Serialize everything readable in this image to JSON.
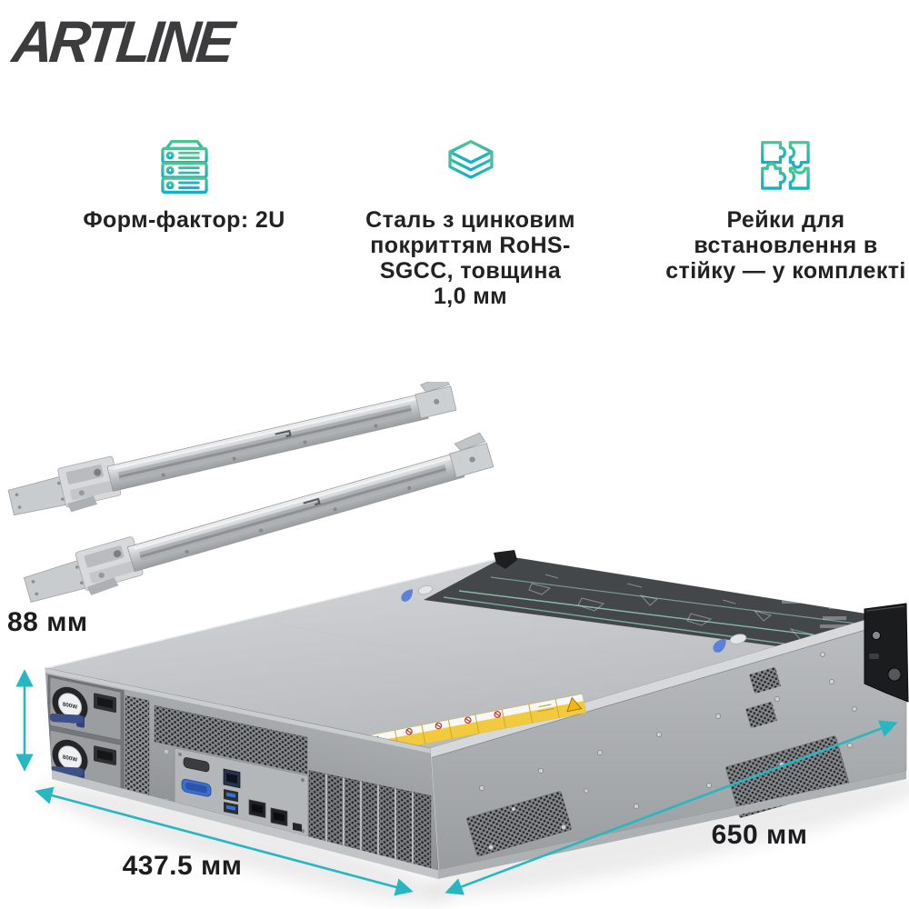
{
  "brand": {
    "logo": "ARTLINE",
    "logo_color": "#3c3c3e"
  },
  "accent": {
    "teal_arrow": "#27b7c2",
    "icon_gradient_start": "#4ec48e",
    "icon_gradient_end": "#0fb0cd"
  },
  "features": [
    {
      "icon": "server-rack-icon",
      "lines": [
        "Форм-фактор: 2U"
      ]
    },
    {
      "icon": "layers-icon",
      "lines": [
        "Сталь з цинковим",
        "покриттям RoHS-",
        "SGCC, товщина",
        "1,0 мм"
      ]
    },
    {
      "icon": "puzzle-icon",
      "lines": [
        "Рейки для",
        "встановлення в",
        "стійку — у комплекті"
      ]
    }
  ],
  "photo": {
    "psu_labels": [
      "800W",
      "800W"
    ],
    "dimensions": {
      "height": "88 мм",
      "width": "437.5 мм",
      "depth": "650 мм"
    }
  }
}
